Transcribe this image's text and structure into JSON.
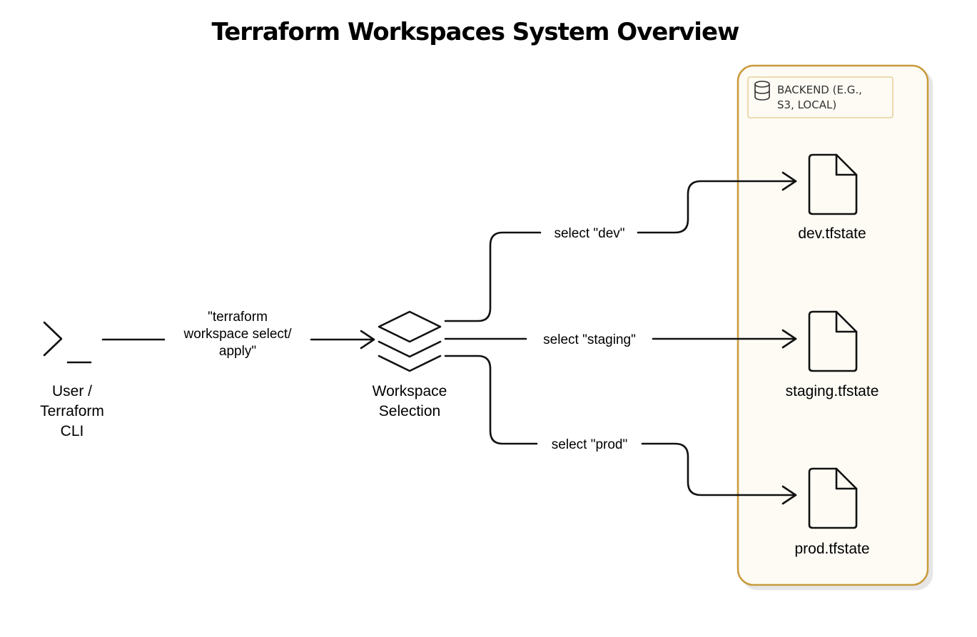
{
  "title": "Terraform Workspaces System Overview",
  "group": {
    "label_line1": "BACKEND (E.G.,",
    "label_line2": "S3, LOCAL)",
    "icon": "database-icon",
    "color": "#c99a3b",
    "fill": "#fdfbf4"
  },
  "nodes": {
    "cli": {
      "line1": "User /",
      "line2": "Terraform",
      "line3": "CLI",
      "icon": "terminal-icon"
    },
    "workspace": {
      "line1": "Workspace",
      "line2": "Selection",
      "icon": "layers-icon"
    },
    "dev": {
      "label": "dev.tfstate",
      "icon": "file-icon"
    },
    "staging": {
      "label": "staging.tfstate",
      "icon": "file-icon"
    },
    "prod": {
      "label": "prod.tfstate",
      "icon": "file-icon"
    }
  },
  "edges": {
    "cli_to_ws": {
      "line1": "\"terraform",
      "line2": "workspace select/",
      "line3": "apply\""
    },
    "ws_to_dev": {
      "label": "select \"dev\""
    },
    "ws_to_staging": {
      "label": "select \"staging\""
    },
    "ws_to_prod": {
      "label": "select \"prod\""
    }
  }
}
